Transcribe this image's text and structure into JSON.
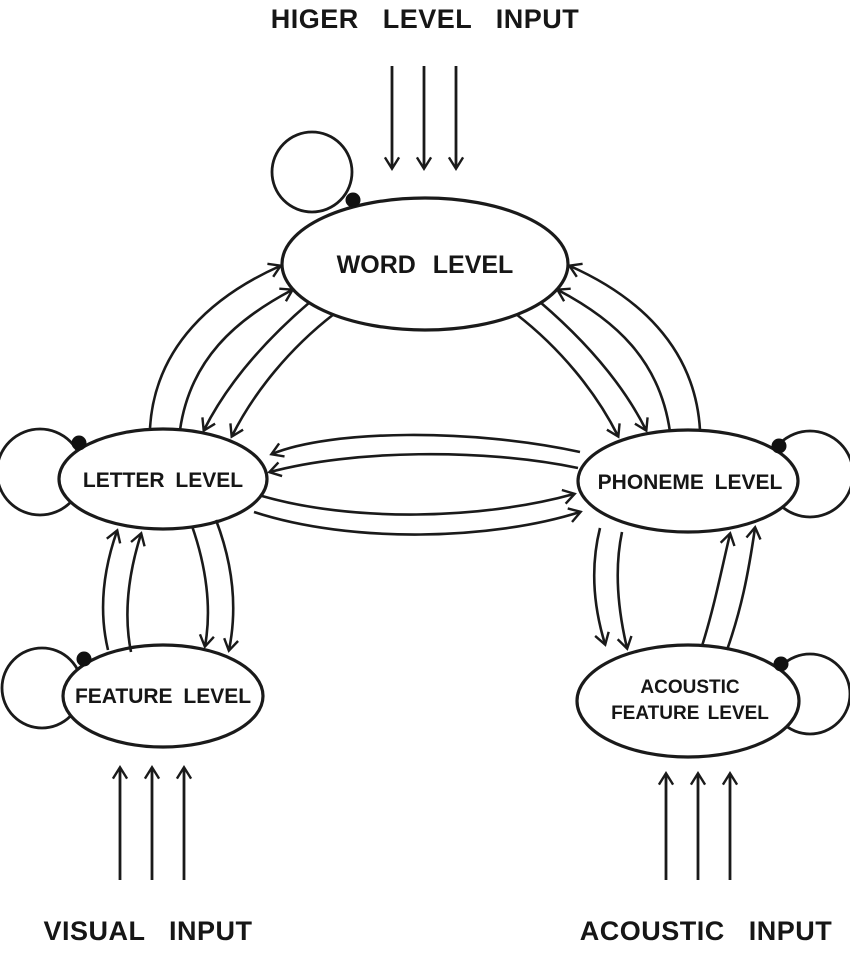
{
  "diagram": {
    "title_hint": "Interactive activation model of word recognition",
    "top_input_label": "HIGER LEVEL INPUT",
    "bottom_left_input_label": "VISUAL INPUT",
    "bottom_right_input_label": "ACOUSTIC INPUT",
    "nodes": {
      "word": {
        "label": "WORD LEVEL"
      },
      "letter": {
        "label": "LETTER LEVEL"
      },
      "phoneme": {
        "label": "PHONEME LEVEL"
      },
      "feature": {
        "label": "FEATURE LEVEL"
      },
      "acoustic_feature": {
        "label_line1": "ACOUSTIC",
        "label_line2": "FEATURE LEVEL"
      }
    },
    "edges": [
      {
        "from": "higher-level-input",
        "to": "word",
        "type": "input-arrows",
        "count": 3
      },
      {
        "from": "visual-input",
        "to": "feature",
        "type": "input-arrows",
        "count": 3
      },
      {
        "from": "acoustic-input",
        "to": "acoustic_feature",
        "type": "input-arrows",
        "count": 3
      },
      {
        "from": "word",
        "to": "letter",
        "type": "bidirectional-excitatory"
      },
      {
        "from": "word",
        "to": "phoneme",
        "type": "bidirectional-excitatory"
      },
      {
        "from": "letter",
        "to": "phoneme",
        "type": "bidirectional-excitatory"
      },
      {
        "from": "letter",
        "to": "feature",
        "type": "bidirectional-excitatory"
      },
      {
        "from": "phoneme",
        "to": "acoustic_feature",
        "type": "bidirectional-excitatory"
      },
      {
        "node": "word",
        "type": "self-loop-inhibitory"
      },
      {
        "node": "letter",
        "type": "self-loop-inhibitory"
      },
      {
        "node": "phoneme",
        "type": "self-loop-inhibitory"
      },
      {
        "node": "feature",
        "type": "self-loop-inhibitory"
      },
      {
        "node": "acoustic_feature",
        "type": "self-loop-inhibitory"
      }
    ],
    "colors": {
      "stroke": "#1a1a1a",
      "background": "#ffffff",
      "text": "#161616"
    }
  }
}
